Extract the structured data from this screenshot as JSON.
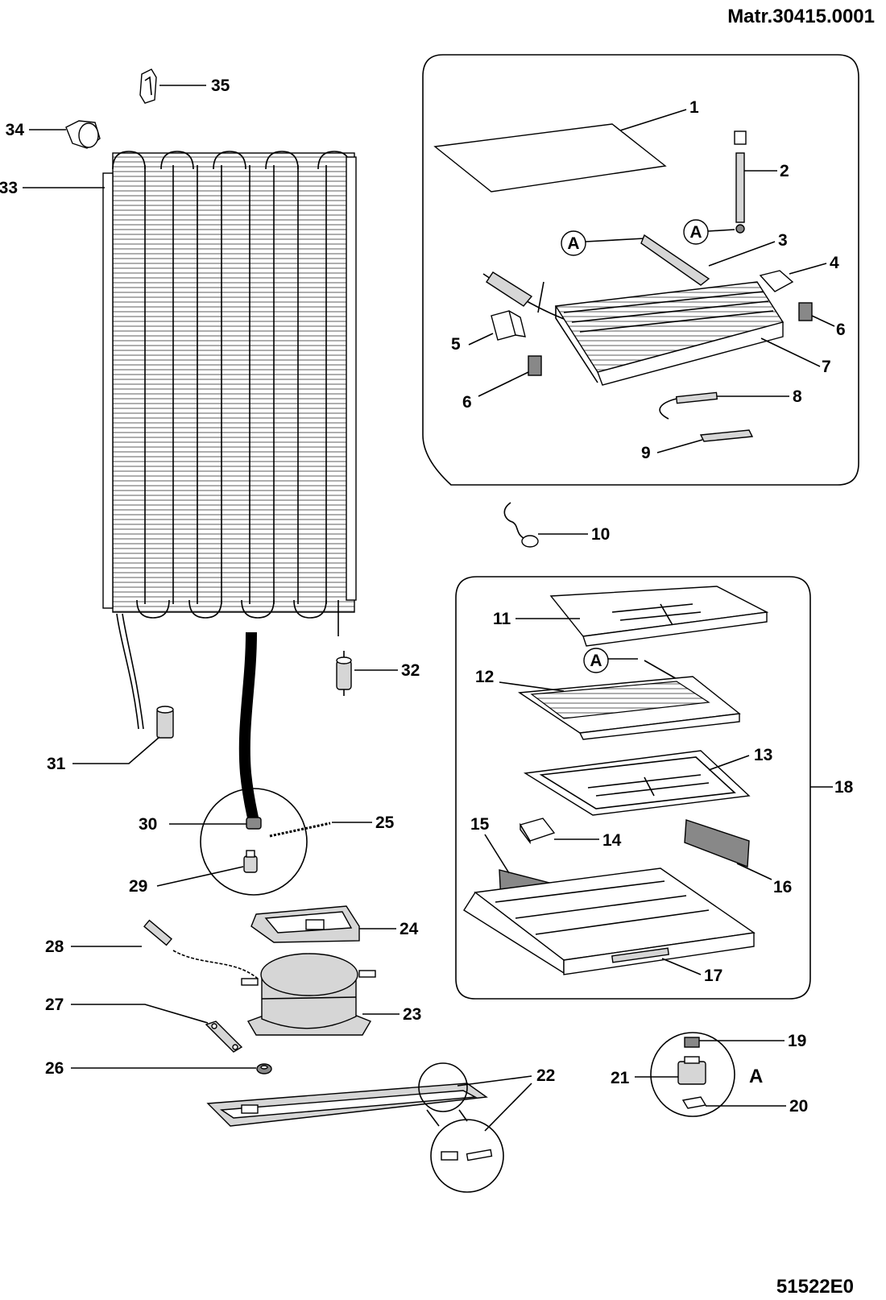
{
  "header": {
    "matr": "Matr.30415.0001"
  },
  "footer": {
    "code": "51522E0"
  },
  "callout_letter": "A",
  "labels": {
    "p1": "1",
    "p2": "2",
    "p3": "3",
    "p4": "4",
    "p5": "5",
    "p6a": "6",
    "p6b": "6",
    "p7": "7",
    "p8": "8",
    "p9": "9",
    "p10": "10",
    "p11": "11",
    "p12": "12",
    "p13": "13",
    "p14": "14",
    "p15": "15",
    "p16": "16",
    "p17": "17",
    "p18": "18",
    "p19": "19",
    "p20": "20",
    "p21": "21",
    "p22": "22",
    "p23": "23",
    "p24": "24",
    "p25": "25",
    "p26": "26",
    "p27": "27",
    "p28": "28",
    "p29": "29",
    "p30": "30",
    "p31": "31",
    "p32": "32",
    "p33": "33",
    "p34": "34",
    "p35": "35"
  }
}
